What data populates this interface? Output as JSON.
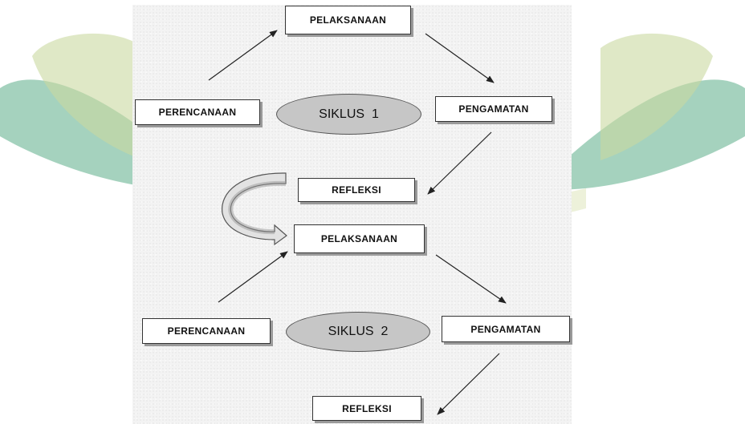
{
  "colors": {
    "watermark_light": "#e9edd1",
    "watermark_teal": "#7fbfa3",
    "watermark_green": "#c9d8a0",
    "background": "#f3f3f3",
    "ellipse_fill": "#c6c6c6"
  },
  "cycle1": {
    "pelaksanaan": "PELAKSANAAN",
    "perencanaan": "PERENCANAAN",
    "siklus": "SIKLUS  1",
    "pengamatan": "PENGAMATAN",
    "refleksi": "REFLEKSI"
  },
  "cycle2": {
    "pelaksanaan": "PELAKSANAAN",
    "perencanaan": "PERENCANAAN",
    "siklus": "SIKLUS  2",
    "pengamatan": "PENGAMATAN",
    "refleksi": "REFLEKSI"
  }
}
